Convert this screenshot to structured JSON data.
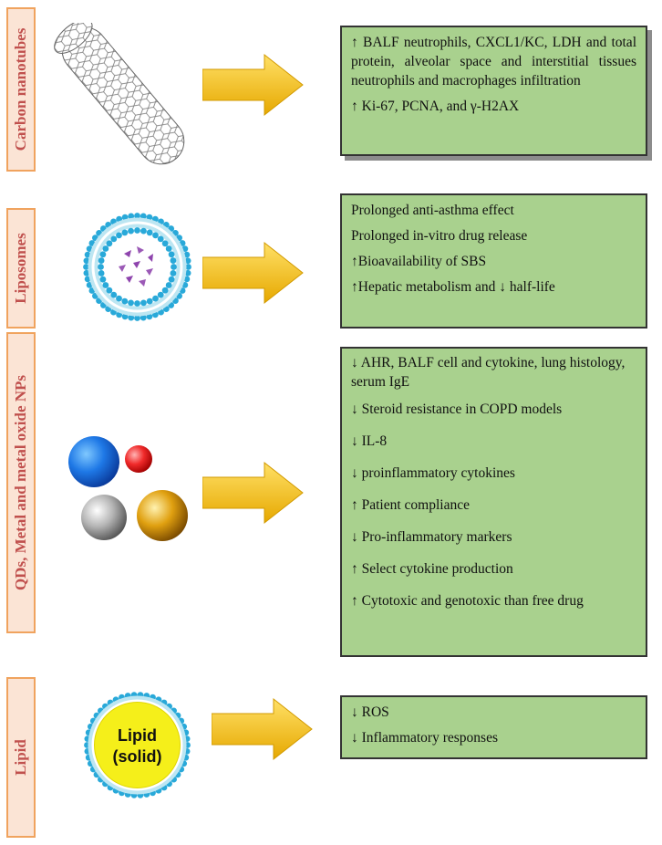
{
  "rows": [
    {
      "label": "Carbon nanotubes",
      "icon": "carbon-nanotube-icon",
      "effects": [
        "↑ BALF neutrophils, CXCL1/KC, LDH and total protein, alveolar space and interstitial tissues neutrophils and macrophages infiltration",
        "↑ Ki-67, PCNA, and γ-H2AX"
      ]
    },
    {
      "label": "Liposomes",
      "icon": "liposome-icon",
      "effects": [
        "Prolonged anti-asthma effect",
        "Prolonged in-vitro drug release",
        "↑Bioavailability of SBS",
        "↑Hepatic metabolism and ↓ half-life"
      ]
    },
    {
      "label": "QDs, Metal and metal oxide NPs",
      "icon": "metal-nanoparticles-icon",
      "effects": [
        "↓ AHR, BALF cell and cytokine, lung histology, serum IgE",
        "↓ Steroid resistance in COPD models",
        "↓ IL-8",
        "↓ proinflammatory cytokines",
        "↑ Patient compliance",
        "↓ Pro-inflammatory markers",
        "↑ Select cytokine production",
        "↑ Cytotoxic and genotoxic than free drug"
      ]
    },
    {
      "label": "Lipid",
      "icon": "solid-lipid-nanoparticle-icon",
      "icon_text": [
        "Lipid",
        "(solid)"
      ],
      "effects": [
        "↓ ROS",
        "↓ Inflammatory responses"
      ]
    }
  ],
  "colors": {
    "label_border": "#f0a35e",
    "label_text": "#c0504d",
    "box_fill": "#a9d18e",
    "arrow": "#ffc000"
  }
}
